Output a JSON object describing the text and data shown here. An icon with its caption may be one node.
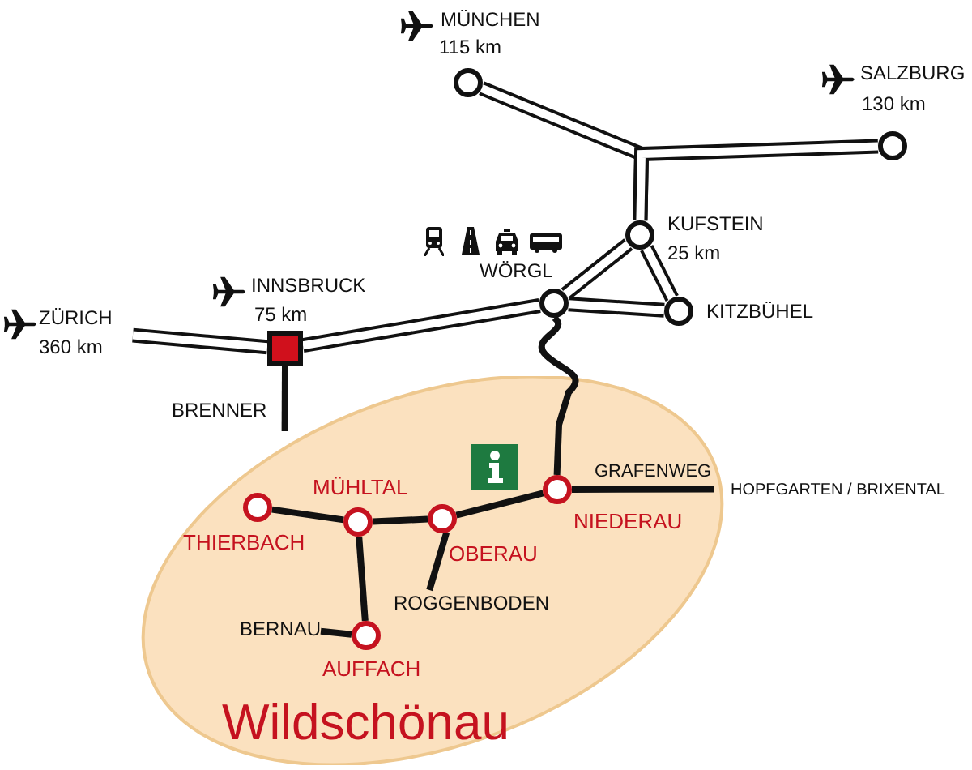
{
  "diagram": {
    "nodes": [
      {
        "text": [],
        "shape": "circle",
        "beside": [
          "MÜNCHEN",
          "115 km"
        ]
      },
      {
        "text": [],
        "shape": "circle",
        "beside": [
          "SALZBURG",
          "130 km"
        ]
      },
      {
        "text": [],
        "shape": "circle",
        "beside": [
          "KUFSTEIN",
          "25 km"
        ]
      },
      {
        "text": [],
        "shape": "circle",
        "beside": [
          "WÖRGL"
        ]
      },
      {
        "text": [],
        "shape": "circle",
        "beside": [
          "KITZBÜHEL"
        ]
      },
      {
        "text": [
          "ZÜRICH",
          "360 km"
        ]
      },
      {
        "text": [],
        "shape": "box",
        "beside": [
          "INNSBRUCK",
          "75 km"
        ]
      },
      {
        "text": [
          "BRENNER"
        ]
      },
      {
        "text": [
          "Wildschönau"
        ]
      },
      {
        "text": [],
        "shape": "circle",
        "in": 8,
        "beside": [
          "THIERBACH"
        ]
      },
      {
        "text": [],
        "shape": "circle",
        "in": 8,
        "beside": [
          "MÜHLTAL"
        ]
      },
      {
        "text": [],
        "shape": "circle",
        "in": 8,
        "beside": [
          "OBERAU"
        ]
      },
      {
        "text": [],
        "shape": "circle",
        "in": 8,
        "beside": [
          "NIEDERAU"
        ]
      },
      {
        "text": [],
        "shape": "circle",
        "in": 8,
        "beside": [
          "AUFFACH"
        ]
      },
      {
        "text": [
          "ROGGENBODEN"
        ],
        "in": 8
      },
      {
        "text": [
          "BERNAU"
        ],
        "in": 8
      },
      {
        "text": [
          "HOPFGARTEN / BRIXENTAL"
        ]
      }
    ],
    "edges": [
      {
        "from": 0,
        "to": 2,
        "arrow": "none",
        "style": "thick"
      },
      {
        "from": 1,
        "to": 2,
        "arrow": "none",
        "style": "thick"
      },
      {
        "from": 2,
        "to": 3,
        "arrow": "none",
        "style": "thick"
      },
      {
        "from": 2,
        "to": 4,
        "arrow": "none",
        "style": "thick"
      },
      {
        "from": 3,
        "to": 4,
        "arrow": "none",
        "style": "thick"
      },
      {
        "from": 3,
        "to": 6,
        "arrow": "none",
        "style": "thick"
      },
      {
        "from": 6,
        "to": 5,
        "arrow": "none",
        "style": "thick"
      },
      {
        "from": 6,
        "to": 7,
        "arrow": "none"
      },
      {
        "from": 3,
        "to": 12,
        "arrow": "none"
      },
      {
        "from": 12,
        "to": 16,
        "arrow": "none"
      },
      {
        "from": 12,
        "to": 11,
        "arrow": "none"
      },
      {
        "from": 11,
        "to": 10,
        "arrow": "none"
      },
      {
        "from": 10,
        "to": 9,
        "arrow": "none"
      },
      {
        "from": 10,
        "to": 13,
        "arrow": "none"
      },
      {
        "from": 11,
        "to": 14,
        "arrow": "none"
      },
      {
        "from": 13,
        "to": 15,
        "arrow": "none"
      }
    ],
    "labels": [
      "GRAFENWEG"
    ]
  }
}
